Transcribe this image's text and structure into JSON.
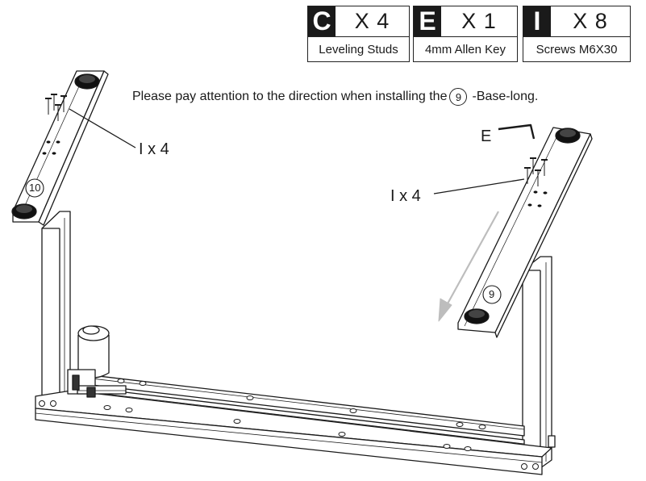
{
  "parts": [
    {
      "letter": "C",
      "qty": "X 4",
      "label": "Leveling Studs"
    },
    {
      "letter": "E",
      "qty": "X 1",
      "label": "4mm Allen Key"
    },
    {
      "letter": "I",
      "qty": "X 8",
      "label": "Screws M6X30"
    }
  ],
  "instruction": {
    "before": "Please pay attention to the direction when installing the",
    "part_number": "9",
    "after": "-Base-long."
  },
  "callouts": {
    "left_screws": "I x 4",
    "right_screws": "I x 4",
    "allen_key": "E"
  },
  "part_markers": {
    "left_base": "10",
    "right_base": "9"
  }
}
